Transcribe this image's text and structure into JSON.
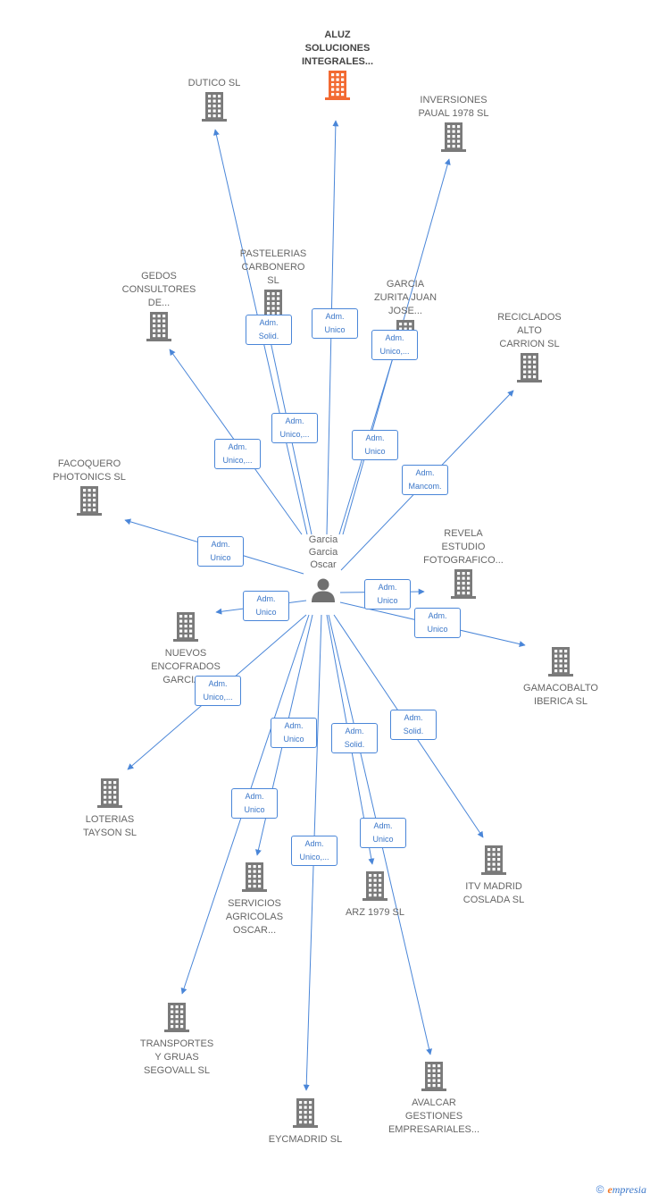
{
  "center": {
    "name": "Garcia\nGarcia\nOscar",
    "icon": "person-icon"
  },
  "colors": {
    "edge": "#4a86d8",
    "building": "#7a7a7a",
    "highlight": "#f26a32",
    "text": "#666666"
  },
  "nodes": [
    {
      "id": "aluz",
      "label": "ALUZ\nSOLUCIONES\nINTEGRALES...",
      "highlight": true,
      "icon": "building-icon"
    },
    {
      "id": "dutico",
      "label": "DUTICO  SL",
      "icon": "building-icon"
    },
    {
      "id": "inversiones",
      "label": "INVERSIONES\nPAUAL 1978  SL",
      "icon": "building-icon"
    },
    {
      "id": "pastelerias",
      "label": "PASTELERIAS\nCARBONERO\nSL",
      "icon": "building-icon"
    },
    {
      "id": "gedos",
      "label": "GEDOS\nCONSULTORES\nDE...",
      "icon": "building-icon"
    },
    {
      "id": "garcia-zurita",
      "label": "GARCIA\nZURITA JUAN\nJOSE...",
      "icon": "building-icon"
    },
    {
      "id": "reciclados",
      "label": "RECICLADOS\nALTO\nCARRION SL",
      "icon": "building-icon"
    },
    {
      "id": "facoquero",
      "label": "FACOQUERO\nPHOTONICS  SL",
      "icon": "building-icon"
    },
    {
      "id": "revela",
      "label": "REVELA\nESTUDIO\nFOTOGRAFICO...",
      "icon": "building-icon"
    },
    {
      "id": "nuevos",
      "label": "NUEVOS\nENCOFRADOS\nGARCIA...",
      "icon": "building-icon"
    },
    {
      "id": "gamacobalto",
      "label": "GAMACOBALTO\nIBERICA SL",
      "icon": "building-icon"
    },
    {
      "id": "loterias",
      "label": "LOTERIAS\nTAYSON  SL",
      "icon": "building-icon"
    },
    {
      "id": "itv",
      "label": "ITV MADRID\nCOSLADA SL",
      "icon": "building-icon"
    },
    {
      "id": "servicios",
      "label": "SERVICIOS\nAGRICOLAS\nOSCAR...",
      "icon": "building-icon"
    },
    {
      "id": "arz",
      "label": "ARZ 1979  SL",
      "icon": "building-icon"
    },
    {
      "id": "transportes",
      "label": "TRANSPORTES\nY GRUAS\nSEGOVALL  SL",
      "icon": "building-icon"
    },
    {
      "id": "avalcar",
      "label": "AVALCAR\nGESTIONES\nEMPRESARIALES...",
      "icon": "building-icon"
    },
    {
      "id": "eycmadrid",
      "label": "EYCMADRID  SL",
      "icon": "building-icon"
    }
  ],
  "relations": [
    {
      "target": "pastelerias",
      "label": "Adm.\nSolid."
    },
    {
      "target": "aluz",
      "label": "Adm.\nUnico"
    },
    {
      "target": "garcia-zurita",
      "label": "Adm.\nUnico,..."
    },
    {
      "target": "dutico",
      "label": "Adm.\nUnico,..."
    },
    {
      "target": "inversiones",
      "label": "Adm.\nUnico"
    },
    {
      "target": "gedos",
      "label": "Adm.\nUnico,..."
    },
    {
      "target": "reciclados",
      "label": "Adm.\nMancom."
    },
    {
      "target": "facoquero",
      "label": "Adm.\nUnico"
    },
    {
      "target": "revela",
      "label": "Adm.\nUnico"
    },
    {
      "target": "nuevos",
      "label": "Adm.\nUnico"
    },
    {
      "target": "gamacobalto",
      "label": "Adm.\nUnico"
    },
    {
      "target": "loterias",
      "label": "Adm.\nUnico,..."
    },
    {
      "target": "servicios",
      "label": "Adm.\nUnico"
    },
    {
      "target": "arz",
      "label": "Adm.\nSolid."
    },
    {
      "target": "itv",
      "label": "Adm.\nSolid."
    },
    {
      "target": "transportes",
      "label": "Adm.\nUnico"
    },
    {
      "target": "avalcar",
      "label": "Adm.\nUnico"
    },
    {
      "target": "eycmadrid",
      "label": "Adm.\nUnico,..."
    }
  ],
  "brand": {
    "copyright": "©",
    "first": "e",
    "rest": "mpresia"
  }
}
